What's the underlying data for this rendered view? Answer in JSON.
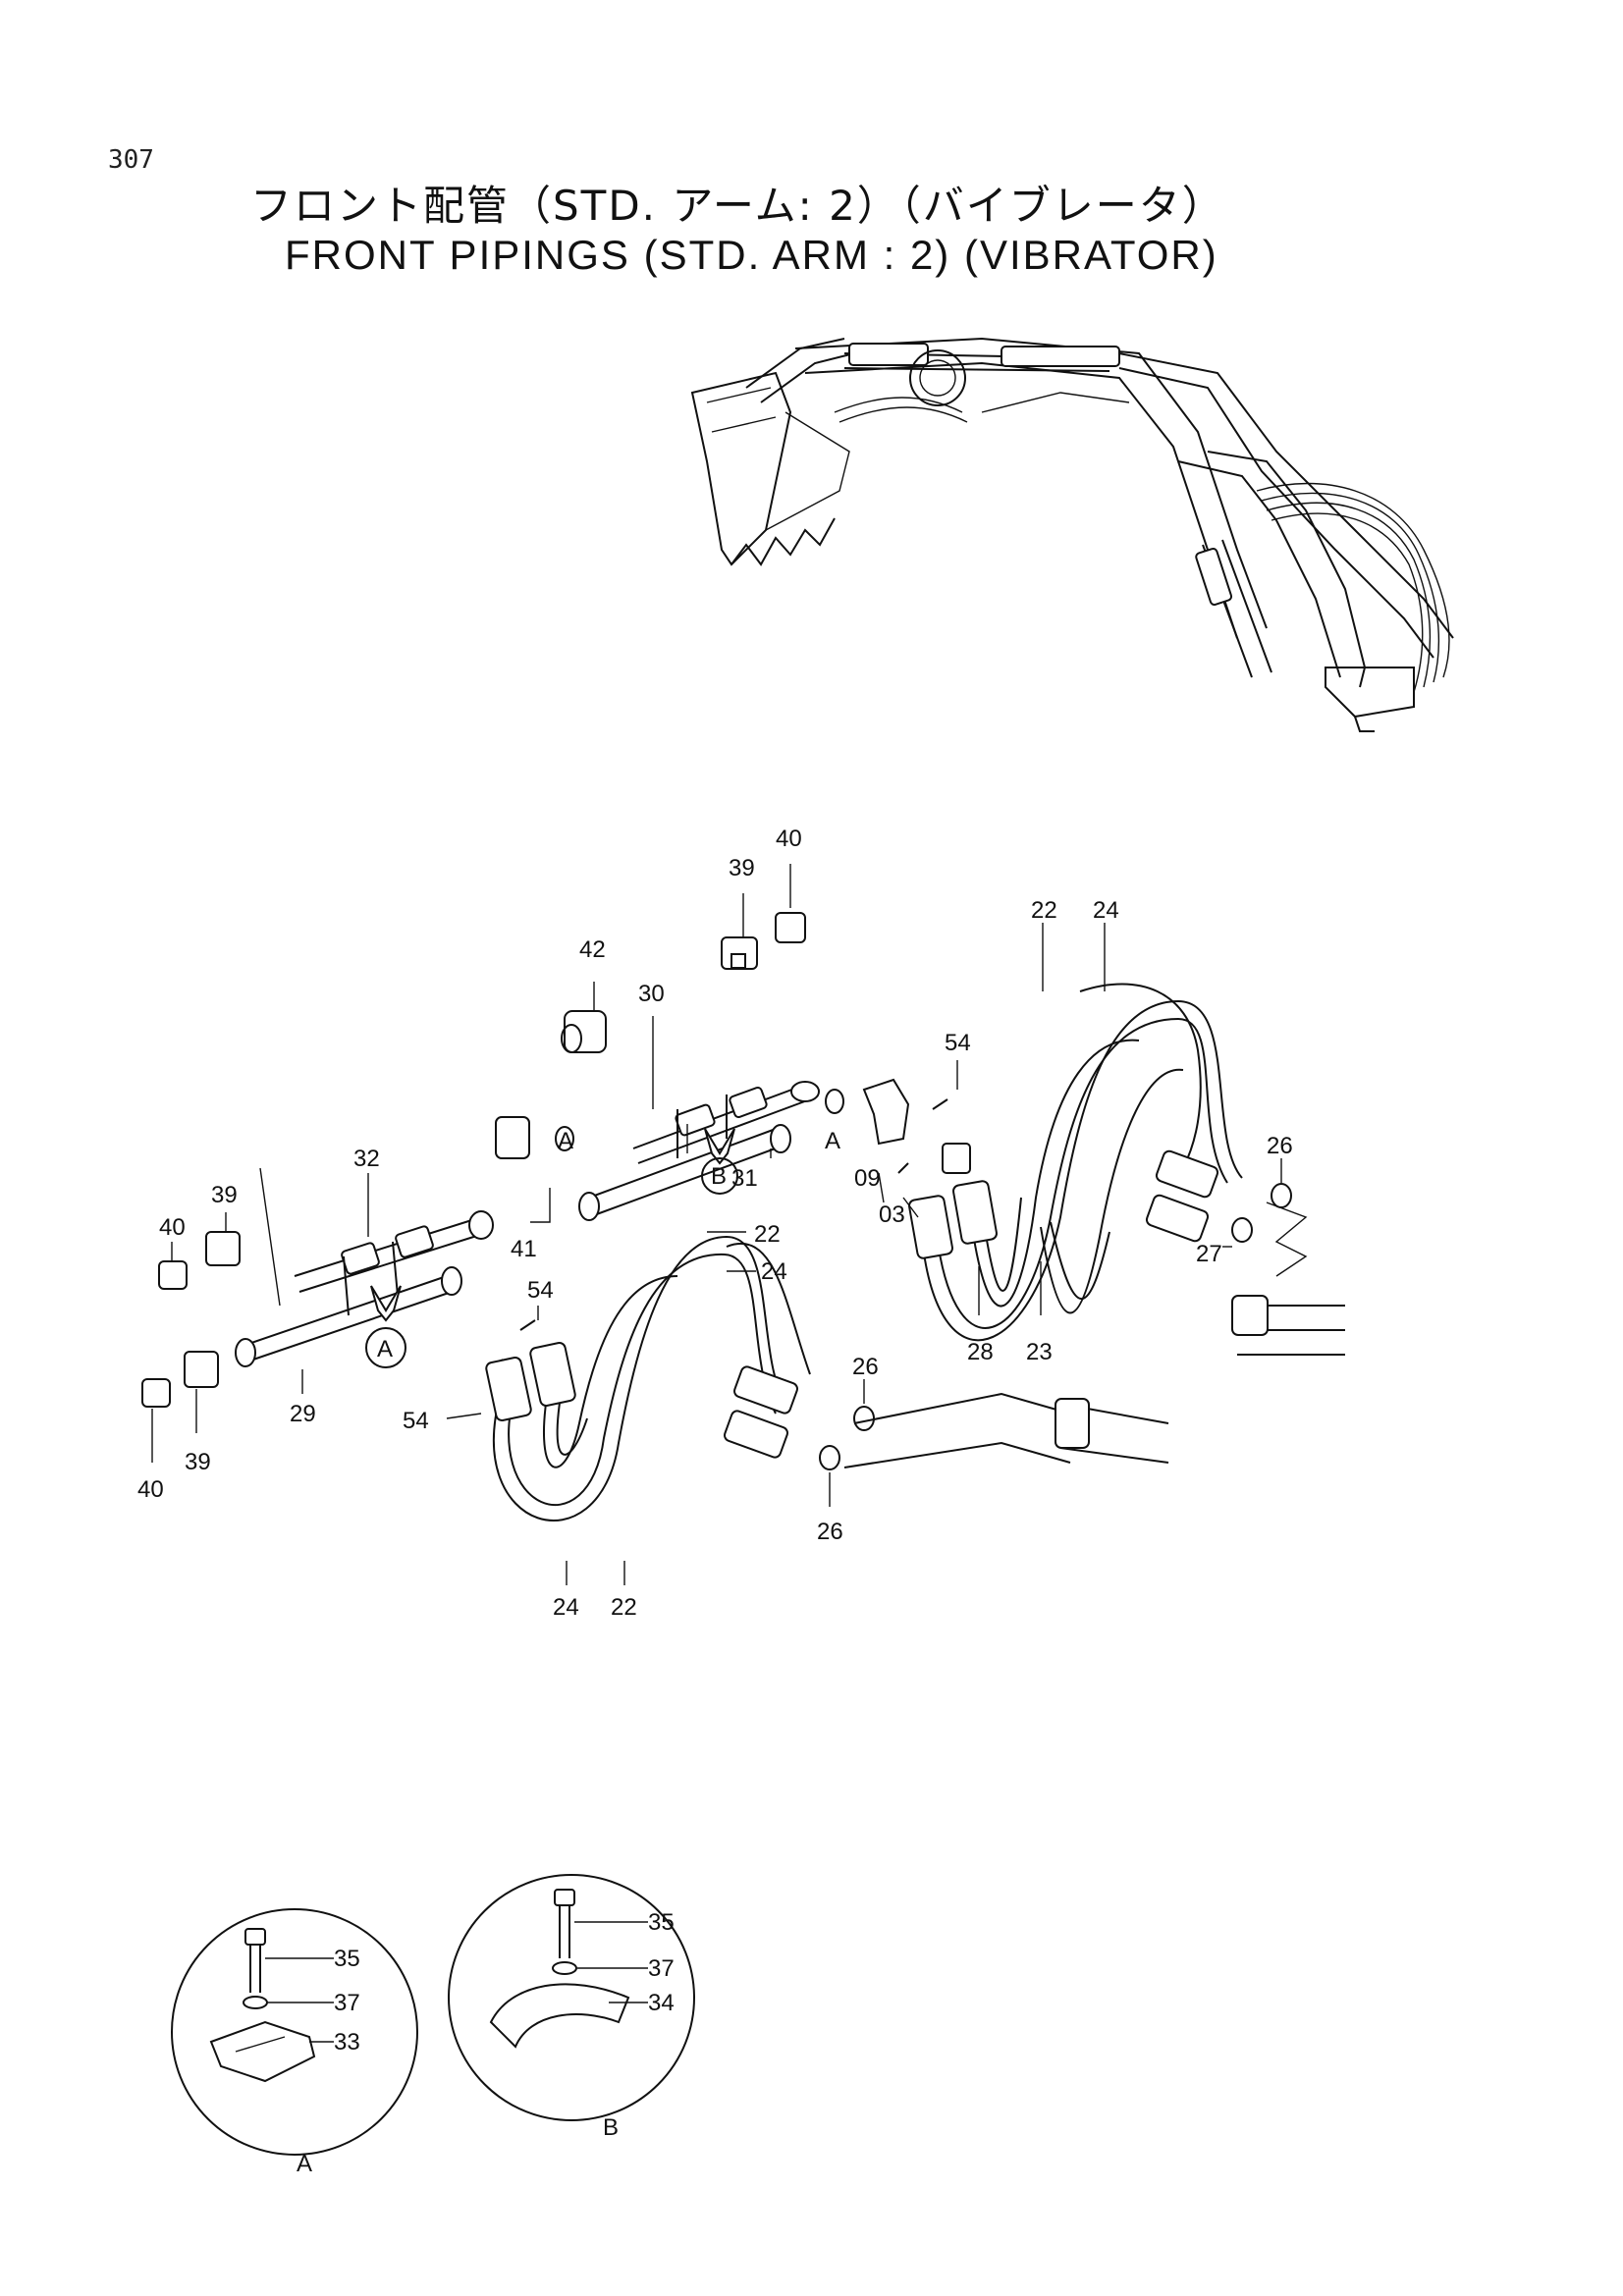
{
  "page_number": "307",
  "title_ja": "フロント配管（STD. アーム: 2）（バイブレータ）",
  "title_en": "FRONT PIPINGS (STD. ARM : 2) (VIBRATOR)",
  "callouts": {
    "p40a": "40",
    "p39a": "39",
    "p42": "42",
    "p30": "30",
    "p22a": "22",
    "p24a": "24",
    "p54a": "54",
    "p40b": "40",
    "p39b": "39",
    "p32": "32",
    "p41": "41",
    "p31": "31",
    "p09": "09",
    "p03": "03",
    "p26a": "26",
    "p27": "27",
    "p28": "28",
    "p23": "23",
    "p54b": "54",
    "p22b": "22",
    "p24b": "24",
    "p54c": "54",
    "p29": "29",
    "p40c": "40",
    "p39c": "39",
    "p26b": "26",
    "p26c": "26",
    "p24c": "24",
    "p22c": "22",
    "p35a": "35",
    "p37a": "37",
    "p33": "33",
    "p35b": "35",
    "p37b": "37",
    "p34": "34"
  },
  "view_markers": {
    "a_small1": "A",
    "a_small2": "A",
    "a_arrow": "A",
    "b_arrow": "B"
  },
  "detail_views": {
    "a_label": "A",
    "b_label": "B"
  }
}
